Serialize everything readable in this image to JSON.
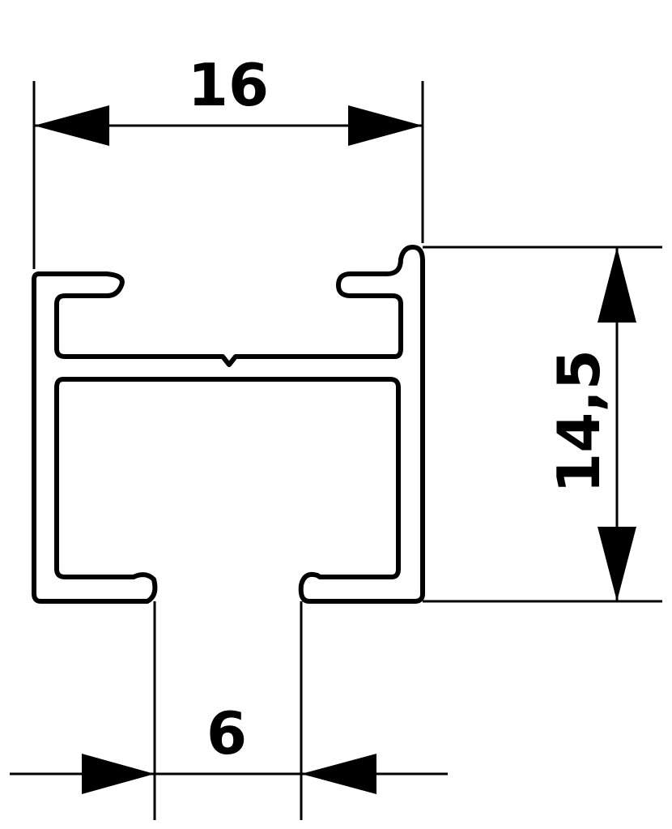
{
  "dimensions": {
    "width_label": "16",
    "height_label": "14,5",
    "slot_label": "6"
  },
  "colors": {
    "line": "#000000",
    "background": "#ffffff"
  }
}
